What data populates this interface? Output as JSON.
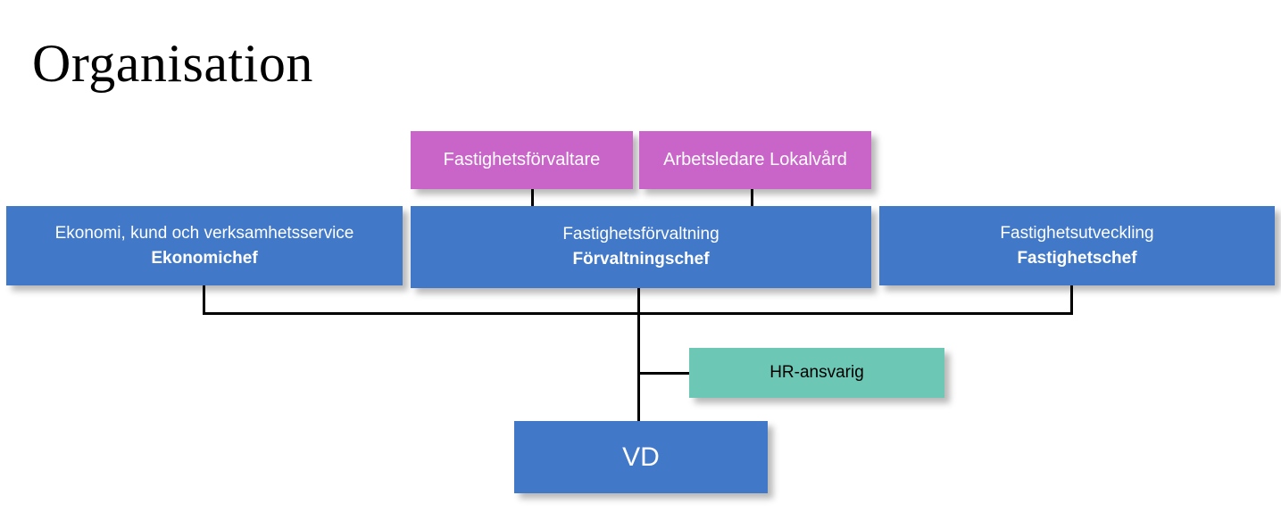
{
  "slide": {
    "title": "Organisation",
    "background_color": "#ffffff"
  },
  "palette": {
    "pink": "#c965c9",
    "blue": "#4178c8",
    "teal": "#6cc8b5",
    "line": "#000000",
    "text_light": "#ffffff",
    "text_dark": "#000000"
  },
  "org_chart": {
    "roles_row": [
      {
        "label": "Fastighetsförvaltare",
        "color": "#c965c9"
      },
      {
        "label": "Arbetsledare Lokalvård",
        "color": "#c965c9"
      }
    ],
    "departments_row": [
      {
        "name": "Ekonomi, kund och verksamhetsservice",
        "manager": "Ekonomichef",
        "color": "#4178c8"
      },
      {
        "name": "Fastighetsförvaltning",
        "manager": "Förvaltningschef",
        "color": "#4178c8"
      },
      {
        "name": "Fastighetsutveckling",
        "manager": "Fastighetschef",
        "color": "#4178c8"
      }
    ],
    "staff_role": {
      "label": "HR-ansvarig",
      "color": "#6cc8b5"
    },
    "top_role": {
      "label": "VD",
      "color": "#4178c8"
    }
  }
}
